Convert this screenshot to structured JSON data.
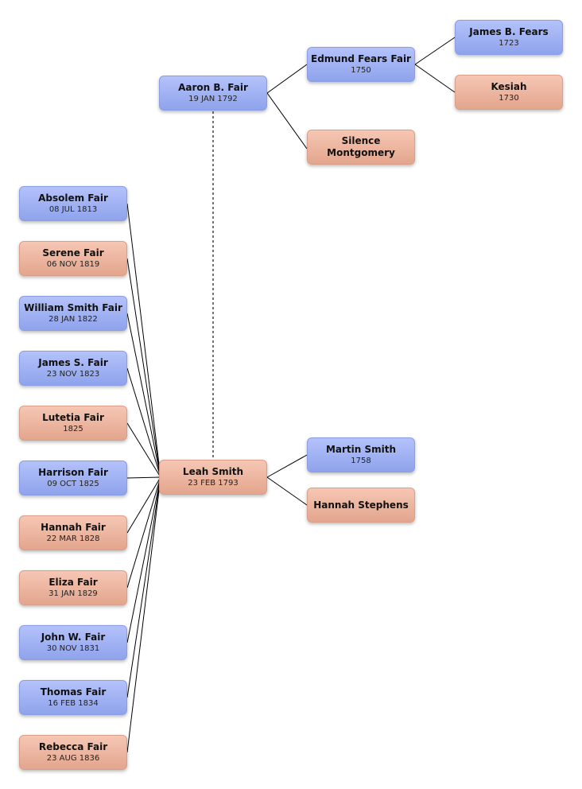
{
  "root": {
    "name": "Leah Smith",
    "date": "23 FEB 1793",
    "sex": "female"
  },
  "spouse": {
    "name": "Aaron B. Fair",
    "date": "19 JAN 1792",
    "sex": "male"
  },
  "spouse_parents": [
    {
      "name": "Edmund Fears Fair",
      "date": "1750",
      "sex": "male"
    },
    {
      "name": "Silence Montgomery",
      "date": "",
      "sex": "female"
    }
  ],
  "spouse_grandparents": [
    {
      "name": "James B. Fears",
      "date": "1723",
      "sex": "male"
    },
    {
      "name": "Kesiah",
      "date": "1730",
      "sex": "female"
    }
  ],
  "root_parents": [
    {
      "name": "Martin Smith",
      "date": "1758",
      "sex": "male"
    },
    {
      "name": "Hannah Stephens",
      "date": "",
      "sex": "female"
    }
  ],
  "children": [
    {
      "name": "Absolem Fair",
      "date": "08 JUL 1813",
      "sex": "male"
    },
    {
      "name": "Serene Fair",
      "date": "06 NOV 1819",
      "sex": "female"
    },
    {
      "name": "William Smith Fair",
      "date": "28 JAN 1822",
      "sex": "male"
    },
    {
      "name": "James S. Fair",
      "date": "23 NOV 1823",
      "sex": "male"
    },
    {
      "name": "Lutetia Fair",
      "date": "1825",
      "sex": "female"
    },
    {
      "name": "Harrison Fair",
      "date": "09 OCT 1825",
      "sex": "male"
    },
    {
      "name": "Hannah Fair",
      "date": "22 MAR 1828",
      "sex": "female"
    },
    {
      "name": "Eliza Fair",
      "date": "31 JAN 1829",
      "sex": "female"
    },
    {
      "name": "John W. Fair",
      "date": "30 NOV 1831",
      "sex": "male"
    },
    {
      "name": "Thomas Fair",
      "date": "16 FEB 1834",
      "sex": "male"
    },
    {
      "name": "Rebecca Fair",
      "date": "23 AUG 1836",
      "sex": "female"
    }
  ],
  "colors": {
    "male": "#9fb0f3",
    "female": "#eeb49f",
    "line": "#000000"
  }
}
